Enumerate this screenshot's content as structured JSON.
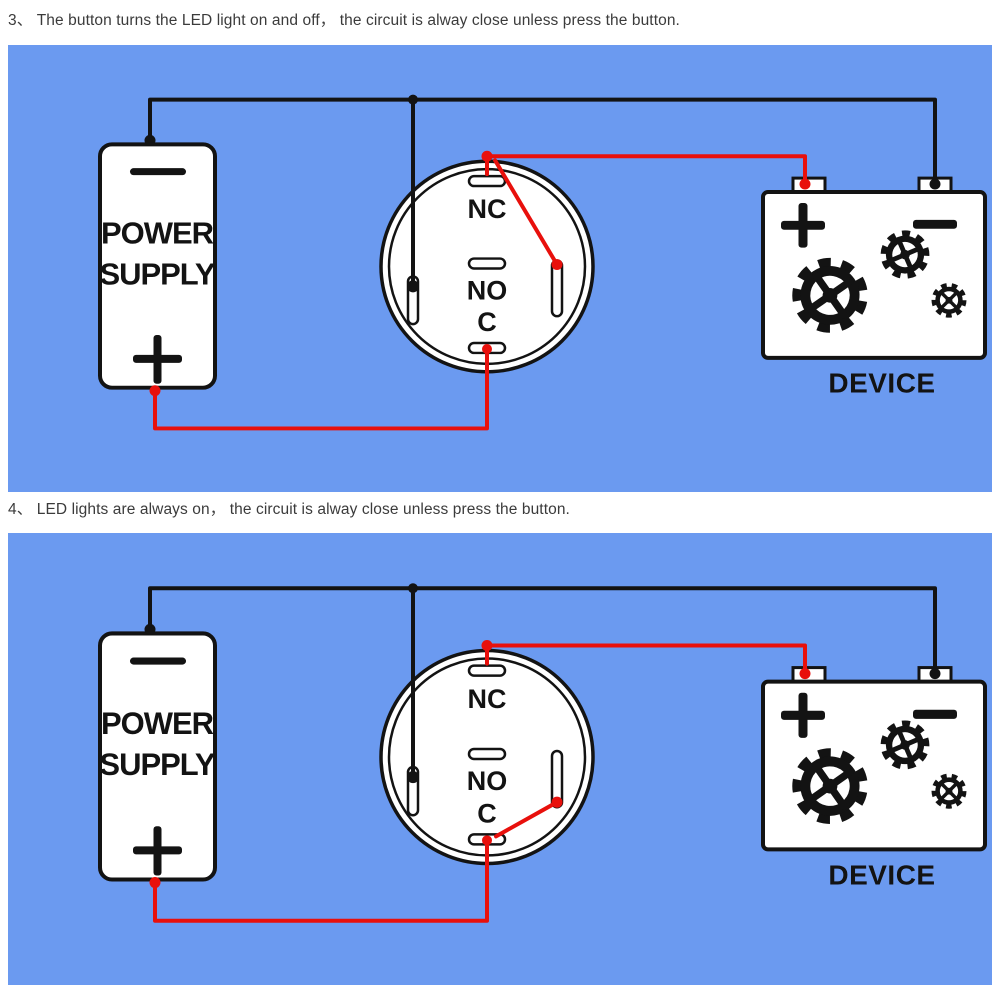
{
  "captions": {
    "step3": "3、 The button turns the LED light on and off， the circuit is alway close unless press the button.",
    "step4": "4、 LED lights are always on， the circuit is alway close unless press the button."
  },
  "labels": {
    "power_supply_line1": "POWER",
    "power_supply_line2": "SUPPLY",
    "terminal_nc": "NC",
    "terminal_no": "NO",
    "terminal_c": "C",
    "device": "DEVICE"
  },
  "icons": {
    "plus-symbol": "+",
    "minus-symbol": "−",
    "gear-icon": "⚙"
  },
  "colors": {
    "panel_background": "#6b9af0",
    "wire_black": "#131313",
    "wire_red": "#e8100c",
    "caption_text": "#3b3b3b",
    "component_fill": "#ffffff"
  }
}
